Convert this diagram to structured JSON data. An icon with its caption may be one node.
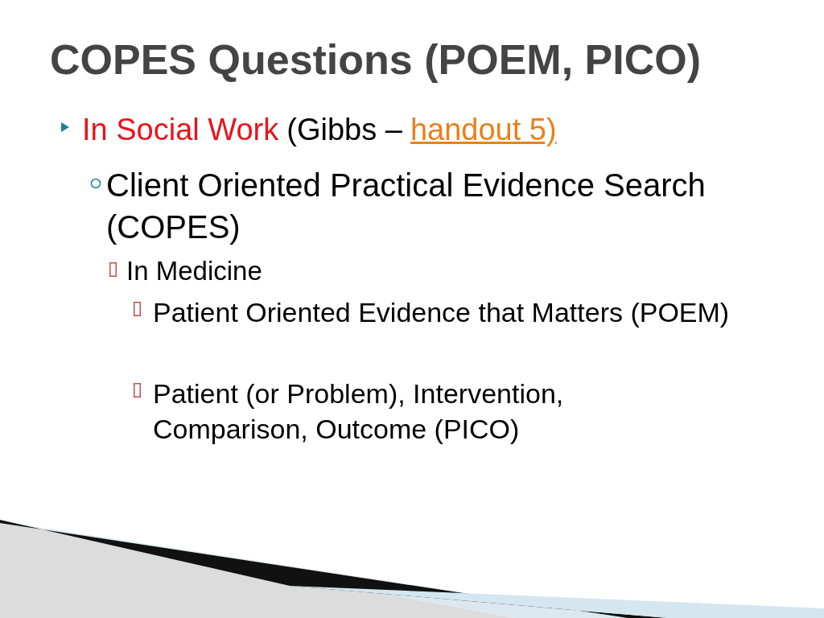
{
  "diagram": {
    "title": "COPES Questions (POEM, PICO)",
    "labels": [
      "In Social Work",
      "(Gibbs –",
      "handout 5)",
      "Client Oriented Practical Evidence Search (COPES)",
      "In Medicine",
      "Patient Oriented Evidence that Matters (POEM)",
      "Patient (or Problem), Intervention, Comparison, Outcome (PICO)"
    ]
  }
}
